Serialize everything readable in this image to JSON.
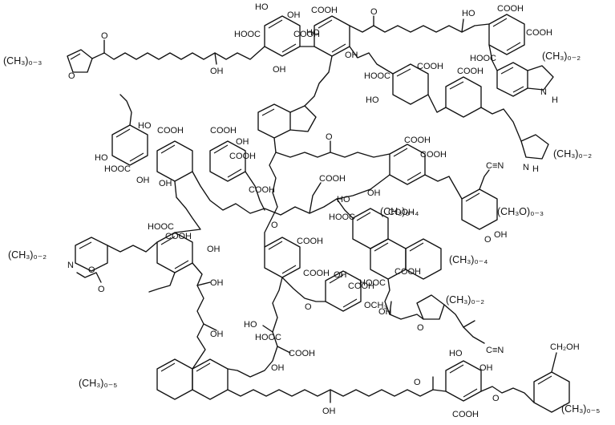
{
  "labels": {
    "cooh": "COOH",
    "hooc": "HOOC",
    "oh": "OH",
    "ho": "HO",
    "o": "O",
    "n": "N",
    "h": "H",
    "cn": "C≡N",
    "och3": "OCH₃",
    "ch2oh": "CH₂OH",
    "ch3o": "(CH₃O)₀₋₃",
    "m03": "(CH₃)₀₋₃",
    "m02": "(CH₃)₀₋₂",
    "m04": "(CH₃)₀₋₄",
    "m05": "(CH₃)₀₋₅"
  }
}
